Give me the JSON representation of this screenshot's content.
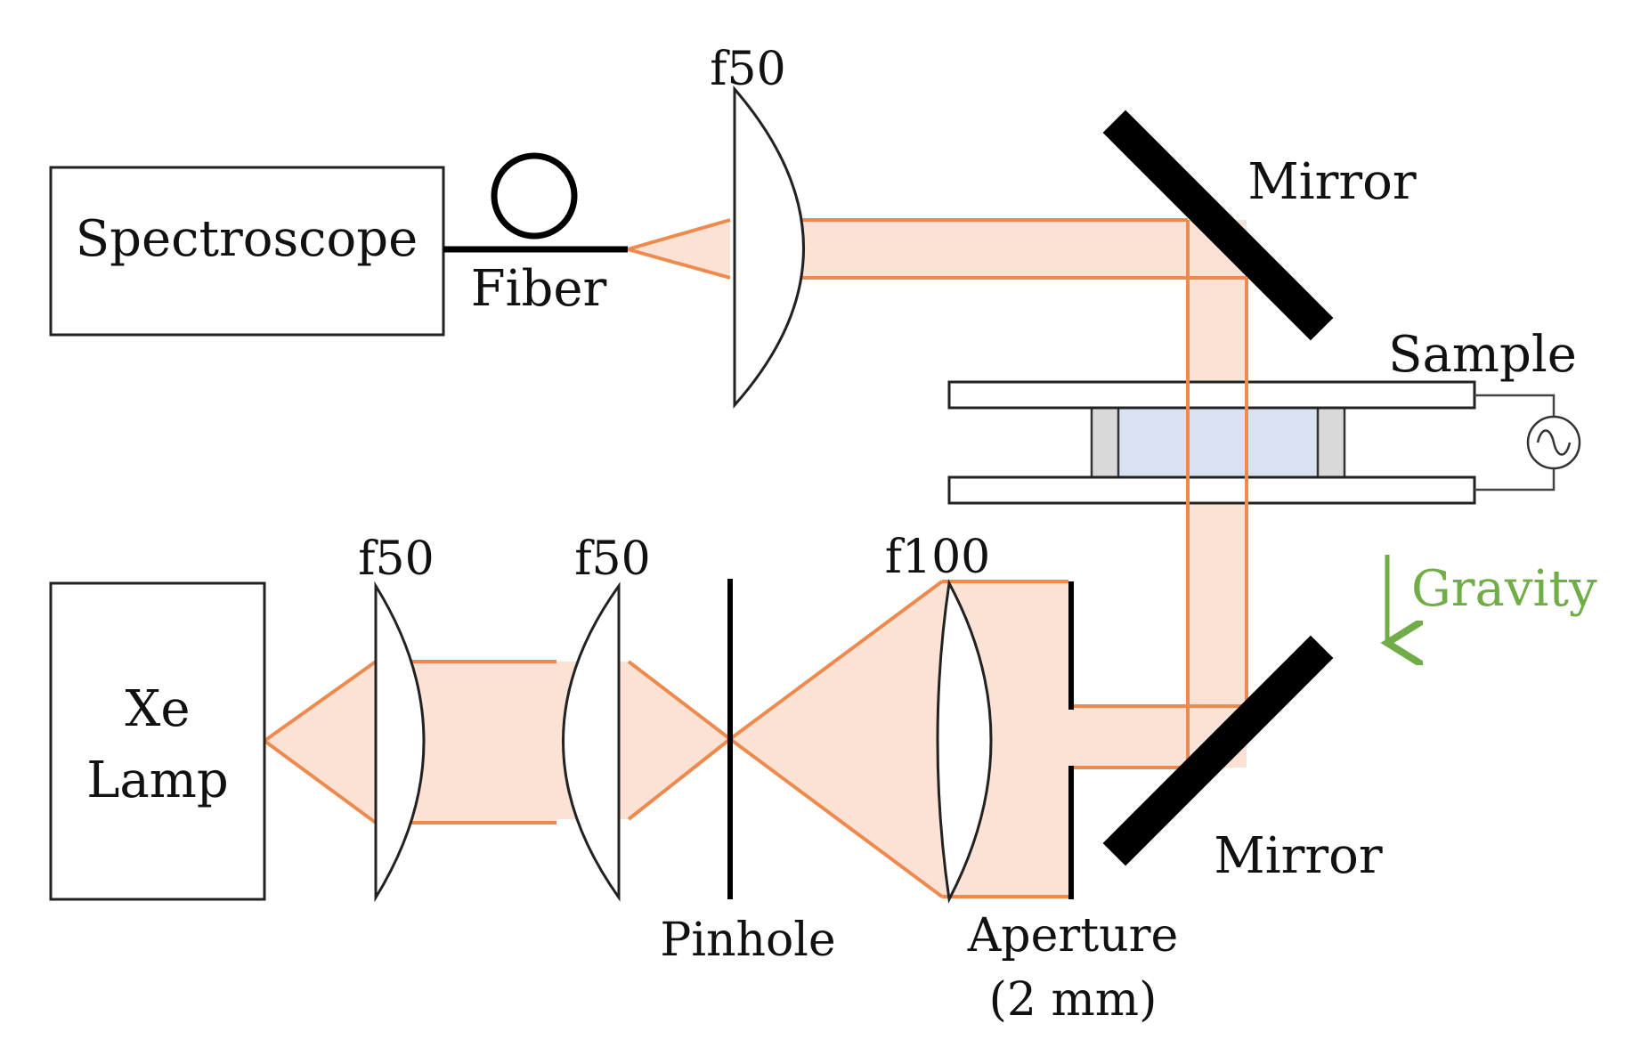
{
  "labels": {
    "spectroscope": "Spectroscope",
    "fiber": "Fiber",
    "lens_top": "f50",
    "mirror_top": "Mirror",
    "sample": "Sample",
    "gravity": "Gravity",
    "xe_line1": "Xe",
    "xe_line2": "Lamp",
    "lens_1": "f50",
    "lens_2": "f50",
    "lens_3": "f100",
    "pinhole": "Pinhole",
    "aperture_line1": "Aperture",
    "aperture_line2": "(2 mm)",
    "mirror_bottom": "Mirror"
  },
  "colors": {
    "beam_fill": "#fbe2d4",
    "beam_edge": "#ee8a4e",
    "sample_fill": "#d9e2f3",
    "spacer": "#d9d9d9",
    "gravity": "#70ad47"
  },
  "icons": {
    "ac_source": "ac-source-icon",
    "gravity_arrow": "down-arrow-icon"
  }
}
